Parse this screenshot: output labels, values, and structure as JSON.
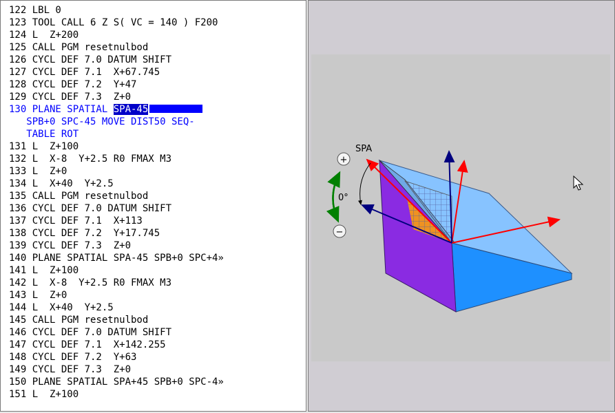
{
  "program": {
    "lines": [
      "122 LBL 0",
      "123 TOOL CALL 6 Z S( VC = 140 ) F200",
      "124 L  Z+200",
      "125 CALL PGM resetnulbod",
      "126 CYCL DEF 7.0 DATUM SHIFT",
      "127 CYCL DEF 7.1  X+67.745",
      "128 CYCL DEF 7.2  Y+47",
      "129 CYCL DEF 7.3  Z+0",
      "130 PLANE SPATIAL ",
      "   SPB+0 SPC-45 MOVE DIST50 SEQ-",
      "   TABLE ROT",
      "131 L  Z+100",
      "132 L  X-8  Y+2.5 R0 FMAX M3",
      "133 L  Z+0",
      "134 L  X+40  Y+2.5",
      "135 CALL PGM resetnulbod",
      "136 CYCL DEF 7.0 DATUM SHIFT",
      "137 CYCL DEF 7.1  X+113",
      "138 CYCL DEF 7.2  Y+17.745",
      "139 CYCL DEF 7.3  Z+0",
      "140 PLANE SPATIAL SPA-45 SPB+0 SPC+4»",
      "141 L  Z+100",
      "142 L  X-8  Y+2.5 R0 FMAX M3",
      "143 L  Z+0",
      "144 L  X+40  Y+2.5",
      "145 CALL PGM resetnulbod",
      "146 CYCL DEF 7.0 DATUM SHIFT",
      "147 CYCL DEF 7.1  X+142.255",
      "148 CYCL DEF 7.2  Y+63",
      "149 CYCL DEF 7.3  Z+0",
      "150 PLANE SPATIAL SPA+45 SPB+0 SPC-4»",
      "151 L  Z+100"
    ],
    "active_lines": [
      8,
      9,
      10
    ],
    "highlight_line": 8,
    "highlight_text": "SPA-45"
  },
  "preview": {
    "axis_label": "SPA",
    "angle_label": "0°",
    "plus_label": "+",
    "minus_label": "−",
    "colors": {
      "axis_red": "#ff0000",
      "axis_blue": "#00007f",
      "rotate_arrow": "#008000",
      "block_top": "#87c3ff",
      "block_front": "#1e90ff",
      "block_side": "#8a2be2",
      "tool_plane": "#ffa500"
    }
  }
}
